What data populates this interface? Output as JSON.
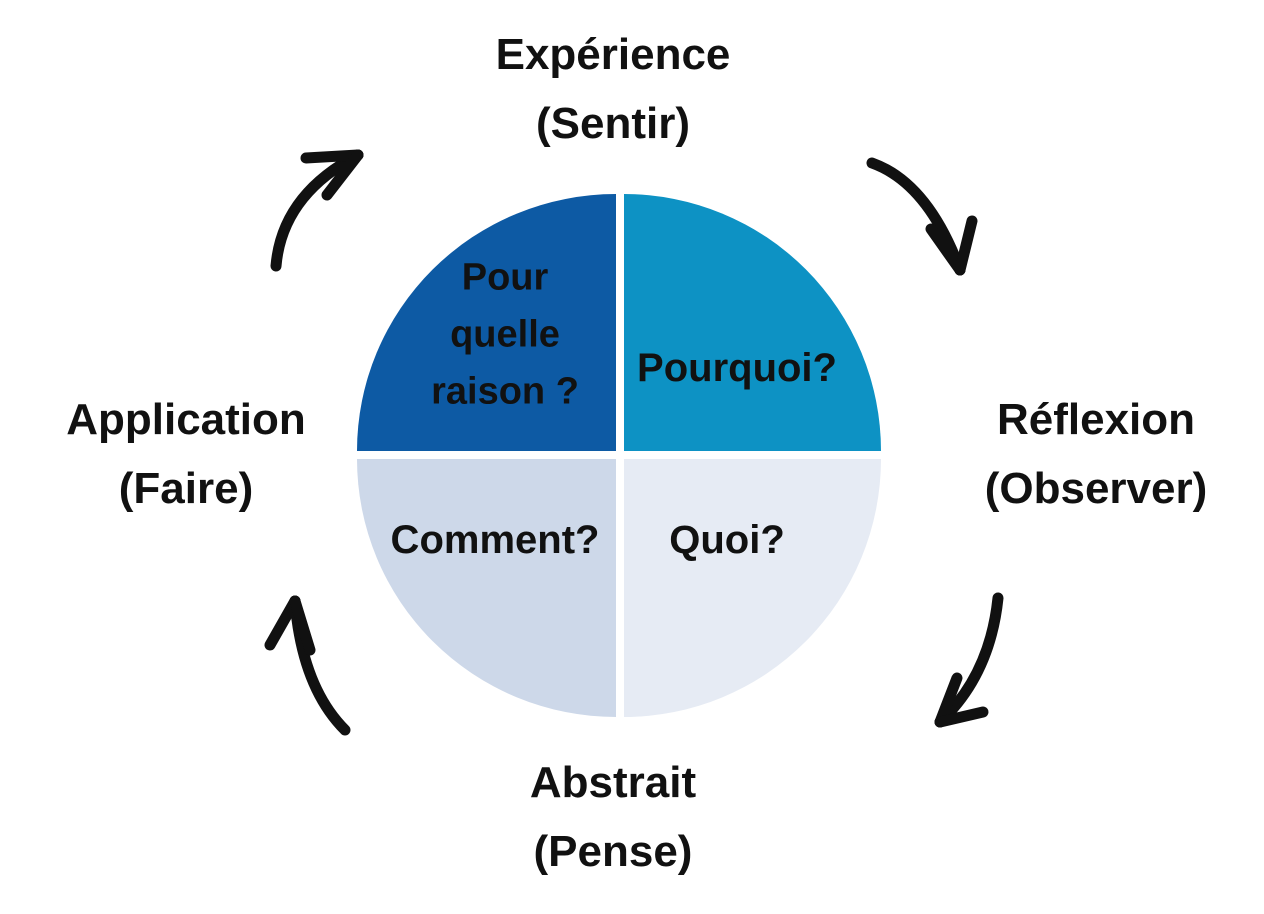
{
  "colors": {
    "background": "#FFFFFF",
    "text": "#111111",
    "arrow": "#111111",
    "quadrants": {
      "top-left": "#0D5AA4",
      "top-right": "#0D92C4",
      "bottom-left": "#CDD8E9",
      "bottom-right": "#E6EBF4"
    }
  },
  "stages": {
    "top": {
      "line1": "Expérience",
      "line2": "(Sentir)"
    },
    "right": {
      "line1": "Réflexion",
      "line2": "(Observer)"
    },
    "bottom": {
      "line1": "Abstrait",
      "line2": "(Pense)"
    },
    "left": {
      "line1": "Application",
      "line2": "(Faire)"
    }
  },
  "quadrants": {
    "top_left": {
      "lines": [
        "Pour",
        "quelle",
        "raison ?"
      ]
    },
    "top_right": {
      "label": "Pourquoi?"
    },
    "bottom_left": {
      "label": "Comment?"
    },
    "bottom_right": {
      "label": "Quoi?"
    }
  }
}
